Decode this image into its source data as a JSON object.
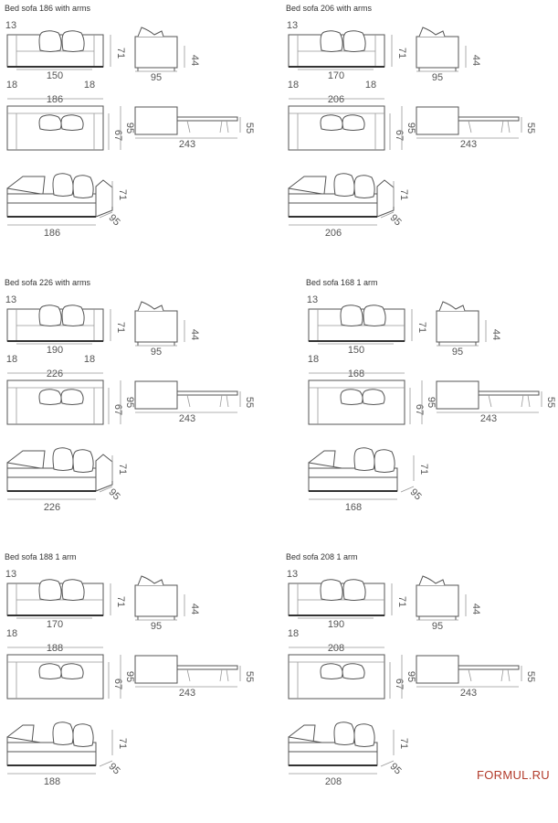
{
  "panels": [
    {
      "title": "Bed sofa 186 with arms",
      "arms": 2,
      "dims": {
        "top": "13",
        "seat_width": "150",
        "height": "71",
        "arm_l": "18",
        "arm_r": "18",
        "side_depth": "95",
        "side_height": "44",
        "total": "186",
        "plan_depth": "67",
        "plan_depth2": "95",
        "bed_height": "55",
        "bed_length": "243",
        "persp_height": "71",
        "persp_depth": "95",
        "persp_width": "186"
      }
    },
    {
      "title": "Bed sofa 206 with arms",
      "arms": 2,
      "dims": {
        "top": "13",
        "seat_width": "170",
        "height": "71",
        "arm_l": "18",
        "arm_r": "18",
        "side_depth": "95",
        "side_height": "44",
        "total": "206",
        "plan_depth": "67",
        "plan_depth2": "95",
        "bed_height": "55",
        "bed_length": "243",
        "persp_height": "71",
        "persp_depth": "95",
        "persp_width": "206"
      }
    },
    {
      "title": "Bed sofa 226 with arms",
      "arms": 2,
      "dims": {
        "top": "13",
        "seat_width": "190",
        "height": "71",
        "arm_l": "18",
        "arm_r": "18",
        "side_depth": "95",
        "side_height": "44",
        "total": "226",
        "plan_depth": "67",
        "plan_depth2": "95",
        "bed_height": "55",
        "bed_length": "243",
        "persp_height": "71",
        "persp_depth": "95",
        "persp_width": "226"
      }
    },
    {
      "title": "Bed sofa 168 1 arm",
      "arms": 1,
      "dims": {
        "top": "13",
        "seat_width": "150",
        "height": "71",
        "arm_l": "18",
        "arm_r": "",
        "side_depth": "95",
        "side_height": "44",
        "total": "168",
        "plan_depth": "67",
        "plan_depth2": "95",
        "bed_height": "55",
        "bed_length": "243",
        "persp_height": "71",
        "persp_depth": "95",
        "persp_width": "168"
      }
    },
    {
      "title": "Bed sofa 188 1 arm",
      "arms": 1,
      "dims": {
        "top": "13",
        "seat_width": "170",
        "height": "71",
        "arm_l": "18",
        "arm_r": "",
        "side_depth": "95",
        "side_height": "44",
        "total": "188",
        "plan_depth": "67",
        "plan_depth2": "95",
        "bed_height": "55",
        "bed_length": "243",
        "persp_height": "71",
        "persp_depth": "95",
        "persp_width": "188"
      }
    },
    {
      "title": "Bed sofa 208 1 arm",
      "arms": 1,
      "dims": {
        "top": "13",
        "seat_width": "190",
        "height": "71",
        "arm_l": "18",
        "arm_r": "",
        "side_depth": "95",
        "side_height": "44",
        "total": "208",
        "plan_depth": "67",
        "plan_depth2": "95",
        "bed_height": "55",
        "bed_length": "243",
        "persp_height": "71",
        "persp_depth": "95",
        "persp_width": "208"
      }
    }
  ],
  "brand": "FORMUL.RU"
}
